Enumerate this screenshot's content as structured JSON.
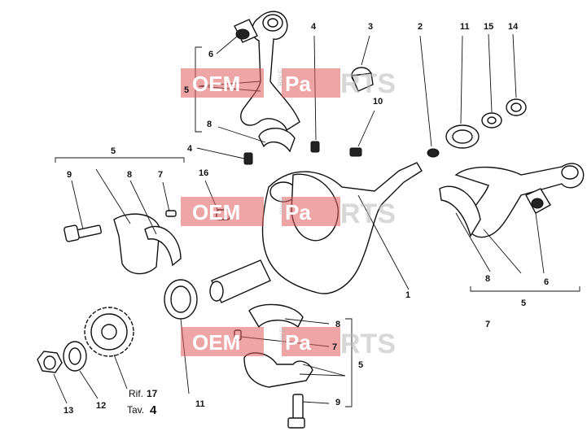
{
  "watermark": {
    "oem": "OEM",
    "mid": "BIKE",
    "pa": "Pa",
    "rts": "RTS",
    "color": "#e05b5b"
  },
  "callouts": [
    "1",
    "2",
    "3",
    "4",
    "4",
    "5",
    "5",
    "5",
    "5",
    "6",
    "6",
    "7",
    "7",
    "7",
    "8",
    "8",
    "8",
    "8",
    "9",
    "9",
    "10",
    "11",
    "11",
    "12",
    "13",
    "14",
    "15",
    "16"
  ],
  "reference": {
    "rif_label": "Rif.",
    "rif_value": "17",
    "tav_label": "Tav.",
    "tav_value": "4"
  }
}
